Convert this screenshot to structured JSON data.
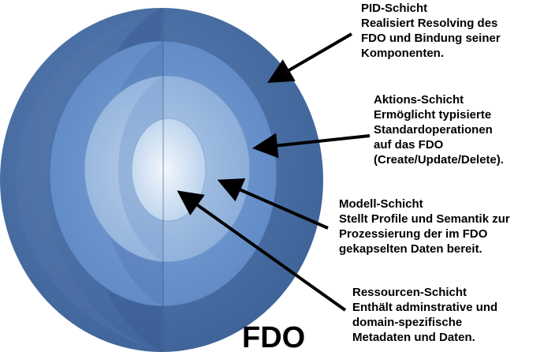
{
  "title": "FDO",
  "colors": {
    "outer_layer": "#4a6fa5",
    "outer_layer_dark": "#3b5f95",
    "action_layer": "#6b95cf",
    "model_layer": "#9cbbe0",
    "resource_core": "#d4e4f4",
    "arrow": "#000000"
  },
  "layers": [
    {
      "id": "pid",
      "heading": "PID-Schicht",
      "lines": [
        "Realisiert Resolving des",
        "FDO und Bindung seiner",
        "Komponenten."
      ]
    },
    {
      "id": "aktion",
      "heading": "Aktions-Schicht",
      "lines": [
        "Ermöglicht typisierte",
        "Standardoperationen",
        "auf das FDO",
        "(Create/Update/Delete)."
      ]
    },
    {
      "id": "modell",
      "heading": "Modell-Schicht",
      "lines": [
        "Stellt Profile und Semantik zur",
        "Prozessierung der im FDO",
        "gekapselten Daten bereit."
      ]
    },
    {
      "id": "ressourcen",
      "heading": "Ressourcen-Schicht",
      "lines": [
        "Enthält adminstrative und",
        "domain-spezifische",
        "Metadaten und Daten."
      ]
    }
  ]
}
